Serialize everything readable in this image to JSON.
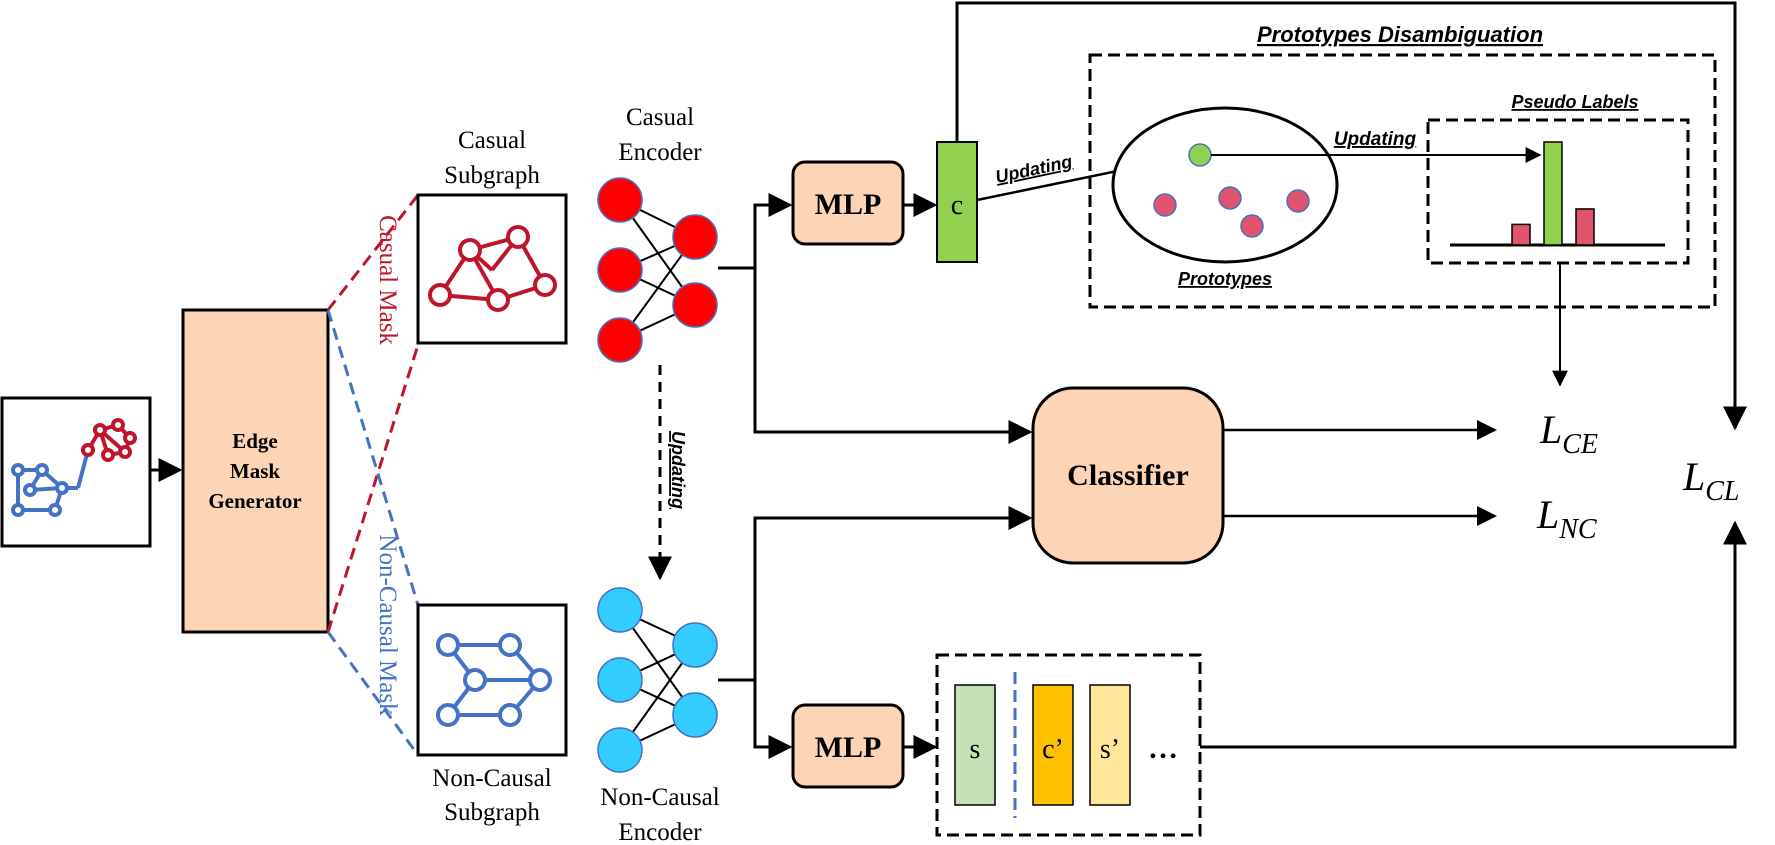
{
  "input_graph": {
    "title": ""
  },
  "edge_mask_generator": {
    "line1": "Edge",
    "line2": "Mask",
    "line3": "Generator"
  },
  "causal_mask": {
    "label": "Casual Mask"
  },
  "noncausal_mask": {
    "label": "Non-Causal Mask"
  },
  "causal_subgraph": {
    "line1": "Casual",
    "line2": "Subgraph"
  },
  "noncausal_subgraph": {
    "line1": "Non-Causal",
    "line2": "Subgraph"
  },
  "causal_encoder": {
    "line1": "Casual",
    "line2": "Encoder"
  },
  "noncausal_encoder": {
    "line1": "Non-Causal",
    "line2": "Encoder"
  },
  "updating_vertical": "Updating",
  "mlp_top": "MLP",
  "mlp_bottom": "MLP",
  "c_vector": "c",
  "updating_c_to_proto": "Updating",
  "prototypes_disambiguation": {
    "title": "Prototypes Disambiguation"
  },
  "prototypes_label": "Prototypes",
  "pseudo_labels": {
    "title": "Pseudo Labels",
    "bars": [
      0.2,
      1.0,
      0.35
    ]
  },
  "updating_proto_to_labels": "Updating",
  "classifier": "Classifier",
  "loss_ce": {
    "main": "L",
    "sub": "CE"
  },
  "loss_nc": {
    "main": "L",
    "sub": "NC"
  },
  "loss_cl": {
    "main": "L",
    "sub": "CL"
  },
  "feature_bank": {
    "s": "s",
    "c_prime": "c’",
    "s_prime": "s’",
    "ellipsis": "…"
  },
  "colors": {
    "causal_red": "#c0142b",
    "node_red": "#ff0000",
    "noncausal_blue": "#4472c4",
    "node_blue": "#33ccff",
    "box_fill": "#fbd5b5",
    "green": "#92d050",
    "light_green": "#c5e0b4",
    "orange": "#ffc000",
    "light_yellow": "#ffe699",
    "proto_pink": "#e0546e"
  }
}
